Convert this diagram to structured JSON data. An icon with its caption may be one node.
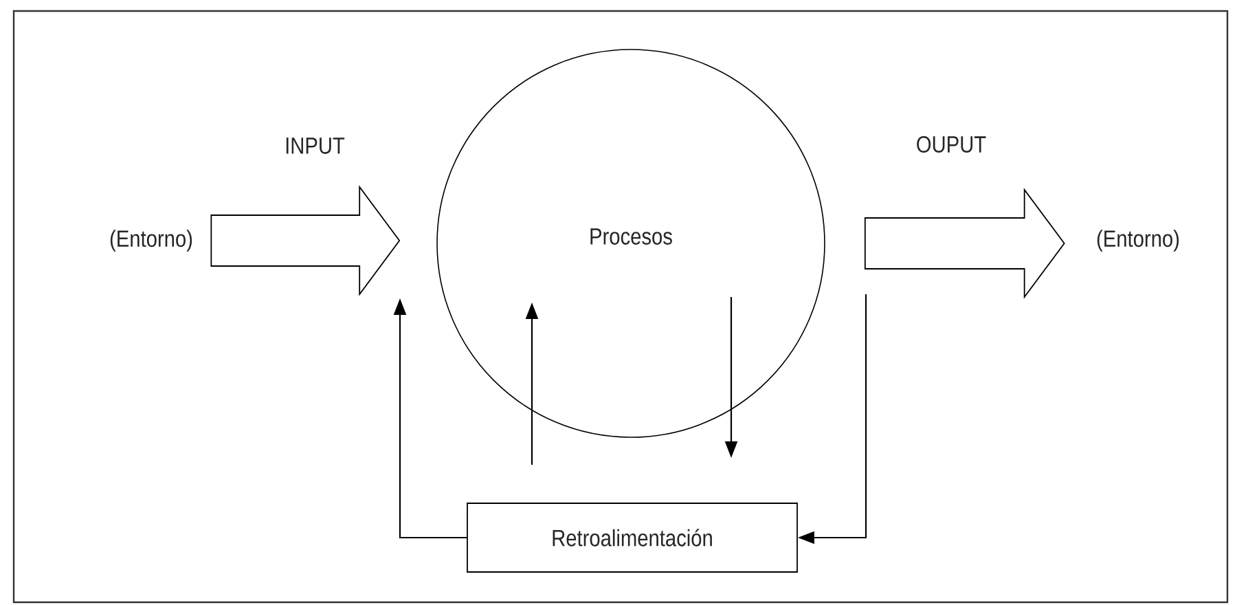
{
  "diagram": {
    "nodes": [
      {
        "text": [
          "(Entorno)"
        ]
      },
      {
        "text": [
          "Procesos"
        ]
      },
      {
        "text": [
          "(Entorno)"
        ]
      },
      {
        "text": [
          "Retroalimentación"
        ]
      }
    ],
    "edges": [
      {
        "from": 0,
        "to": 1,
        "arrow": "to",
        "style": "thick",
        "label": "INPUT"
      },
      {
        "from": 1,
        "to": 2,
        "arrow": "to",
        "style": "thick",
        "label": "OUPUT"
      },
      {
        "from": 3,
        "to": null,
        "arrow": "to"
      },
      {
        "from": null,
        "to": 3,
        "arrow": "to"
      },
      {
        "from": null,
        "to": 1,
        "arrow": "to"
      },
      {
        "from": 1,
        "to": null,
        "arrow": "to"
      }
    ]
  }
}
